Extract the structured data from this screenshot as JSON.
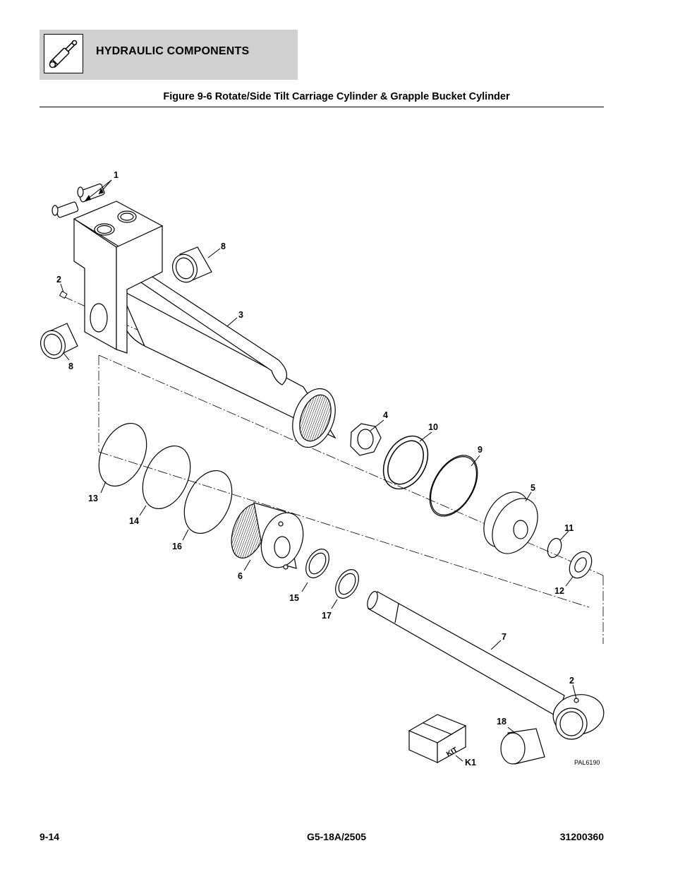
{
  "header": {
    "section_title": "HYDRAULIC COMPONENTS",
    "icon": "hydraulic-cylinder-icon"
  },
  "figure": {
    "title": "Figure 9-6 Rotate/Side Tilt Carriage Cylinder & Grapple Bucket Cylinder",
    "drawing_code": "PAL6190",
    "kit_box_text": "KIT",
    "callouts": [
      "1",
      "2",
      "8",
      "3",
      "8",
      "2",
      "4",
      "10",
      "9",
      "5",
      "11",
      "12",
      "13",
      "14",
      "16",
      "6",
      "15",
      "17",
      "7",
      "18",
      "K1"
    ]
  },
  "footer": {
    "page_number": "9-14",
    "model": "G5-18A/2505",
    "doc_number": "31200360"
  }
}
